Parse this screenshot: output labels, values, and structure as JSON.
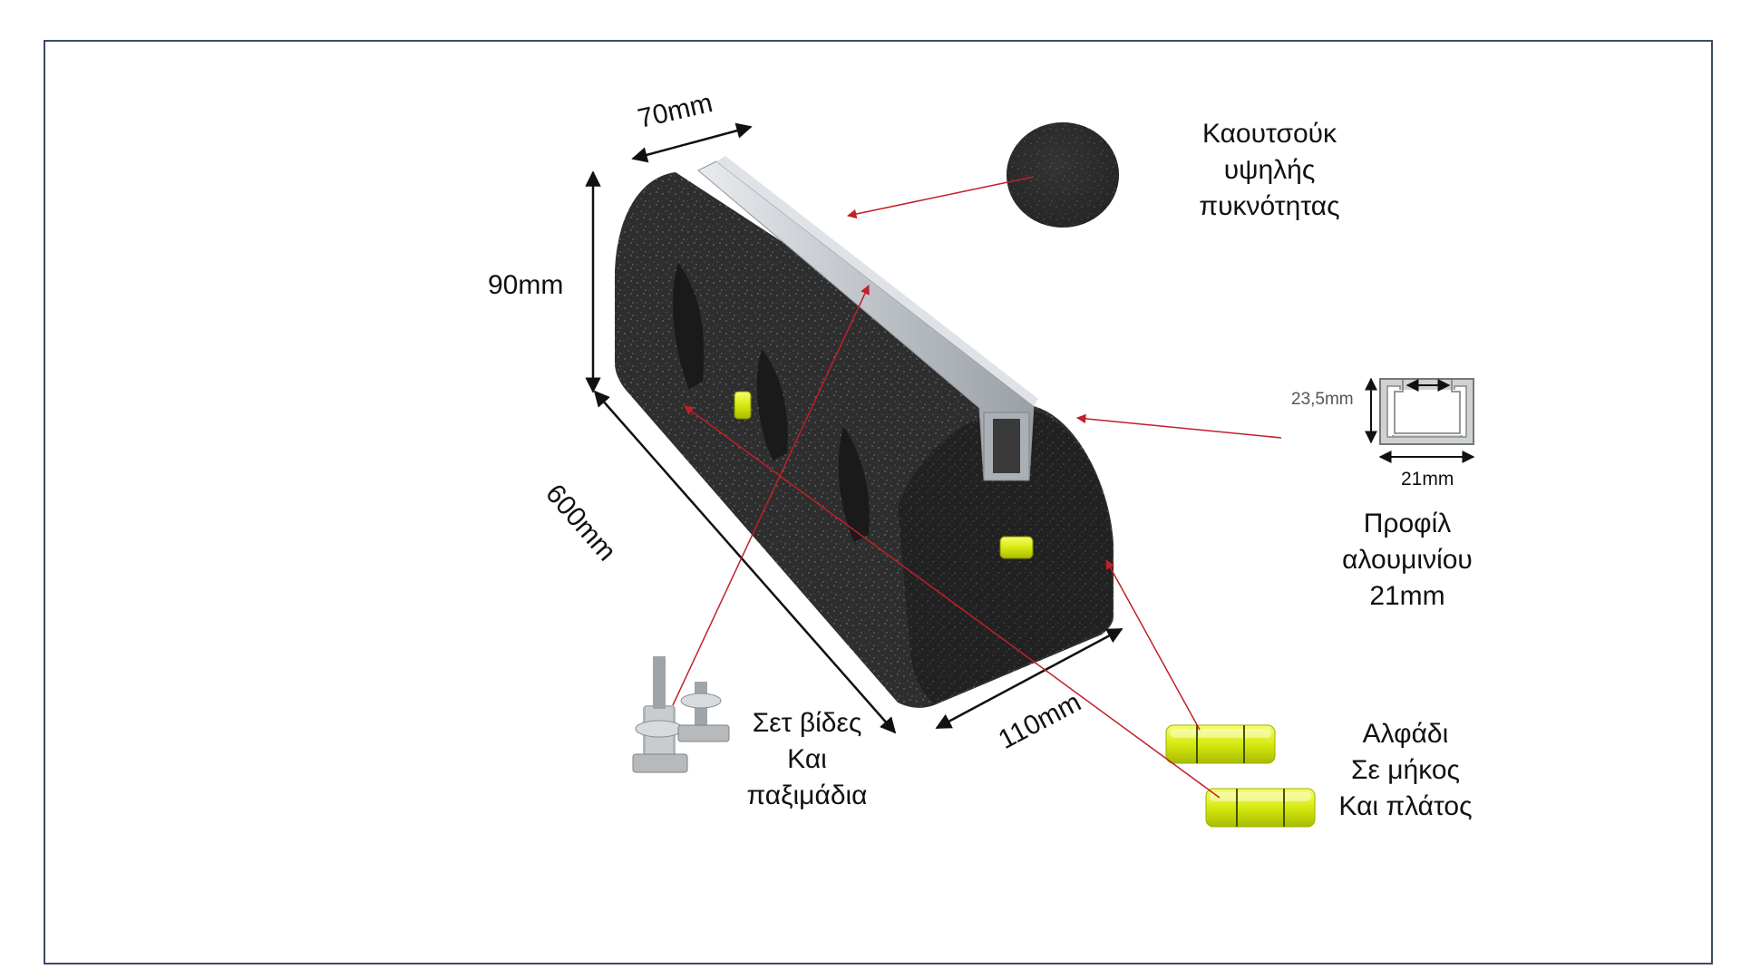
{
  "dimensions": {
    "width": "70mm",
    "height": "90mm",
    "length": "600mm",
    "base": "110mm"
  },
  "callouts": {
    "rubber": "Καουτσούκ\nυψηλής\nπυκνότητας",
    "profile": "Προφίλ\nαλουμινίου\n21mm",
    "profile_height": "23,5mm",
    "profile_width": "21mm",
    "level": "Αλφάδι\nΣε μήκος\nΚαι πλάτος",
    "bolts": "Σετ βίδες\nΚαι\nπαξιμάδια"
  },
  "colors": {
    "rubber": "#2b2b2b",
    "aluminium": "#c9ccd0",
    "level_fluid": "#e6f21a",
    "leader": "#c0202a",
    "frame": "#3e4a66"
  }
}
